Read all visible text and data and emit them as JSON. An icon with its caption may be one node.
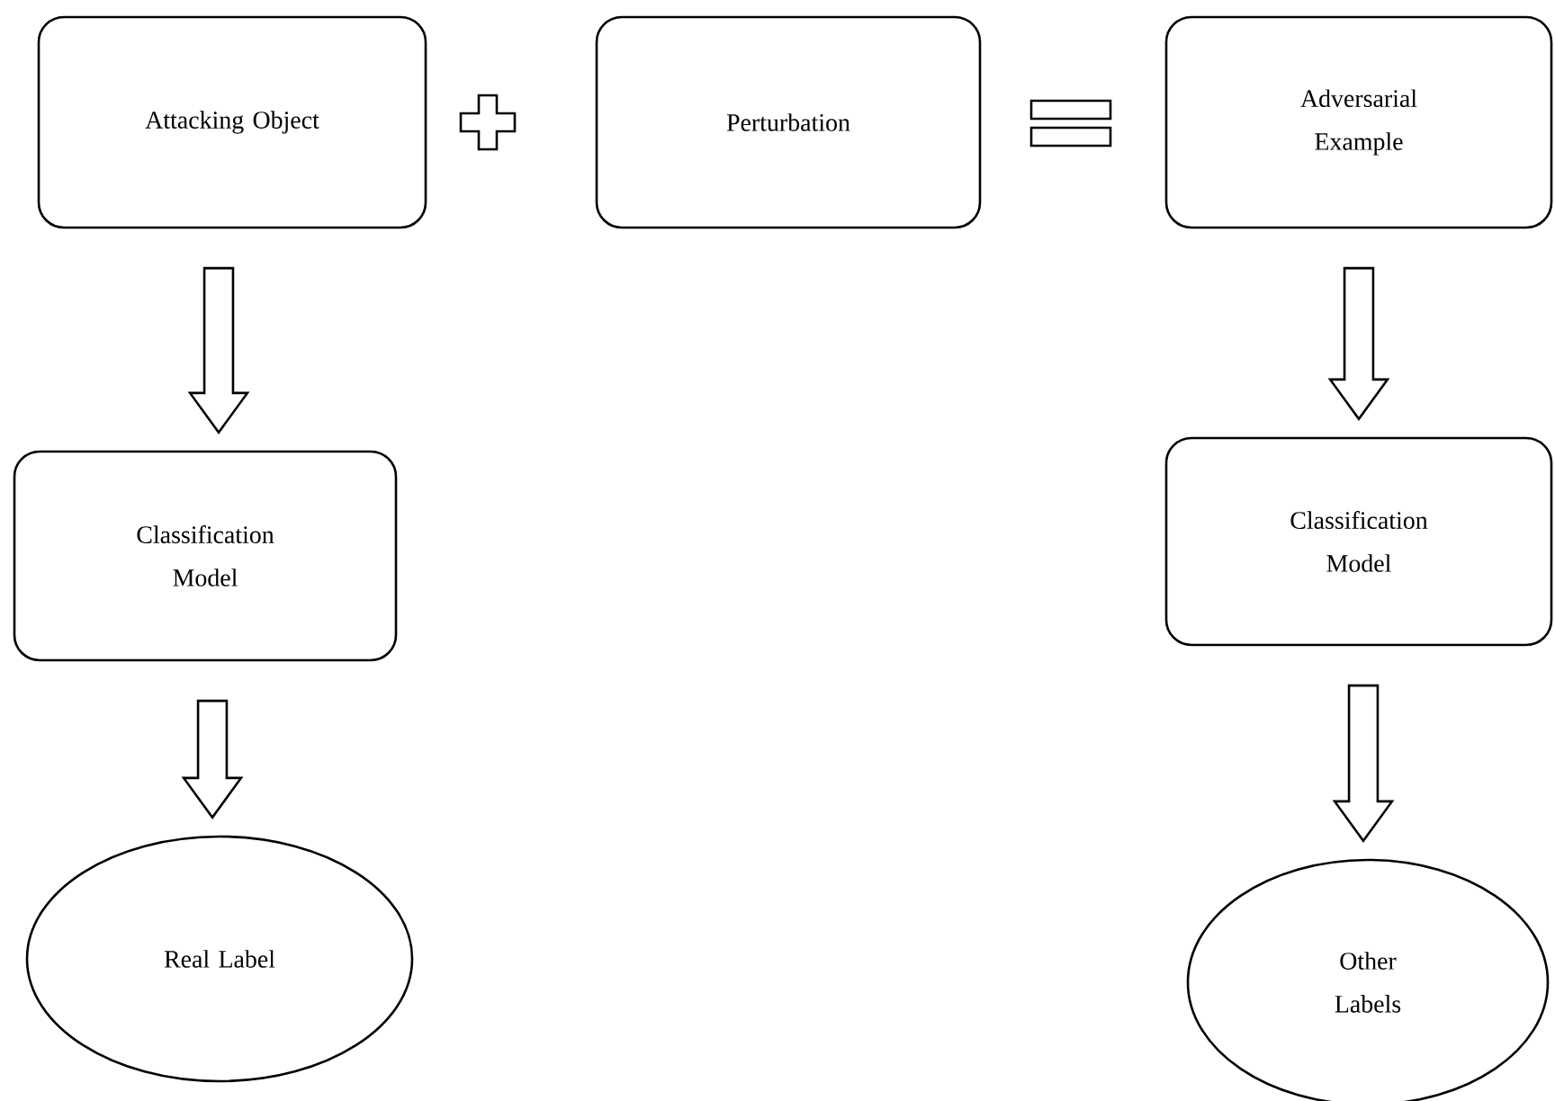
{
  "diagram": {
    "nodes": [
      {
        "text": [
          "Attacking Object"
        ]
      },
      {
        "text": [
          "Perturbation"
        ]
      },
      {
        "text": [
          "Adversarial Example"
        ]
      },
      {
        "text": [
          "Classification Model"
        ]
      },
      {
        "text": [
          "Classification Model"
        ]
      },
      {
        "text": [
          "Real Label"
        ]
      },
      {
        "text": [
          "Other Labels"
        ]
      }
    ],
    "edges": [
      {
        "from": 0,
        "to": 3,
        "arrow": "to"
      },
      {
        "from": 3,
        "to": 5,
        "arrow": "to"
      },
      {
        "from": 2,
        "to": 4,
        "arrow": "to"
      },
      {
        "from": 4,
        "to": 6,
        "arrow": "to"
      }
    ]
  }
}
